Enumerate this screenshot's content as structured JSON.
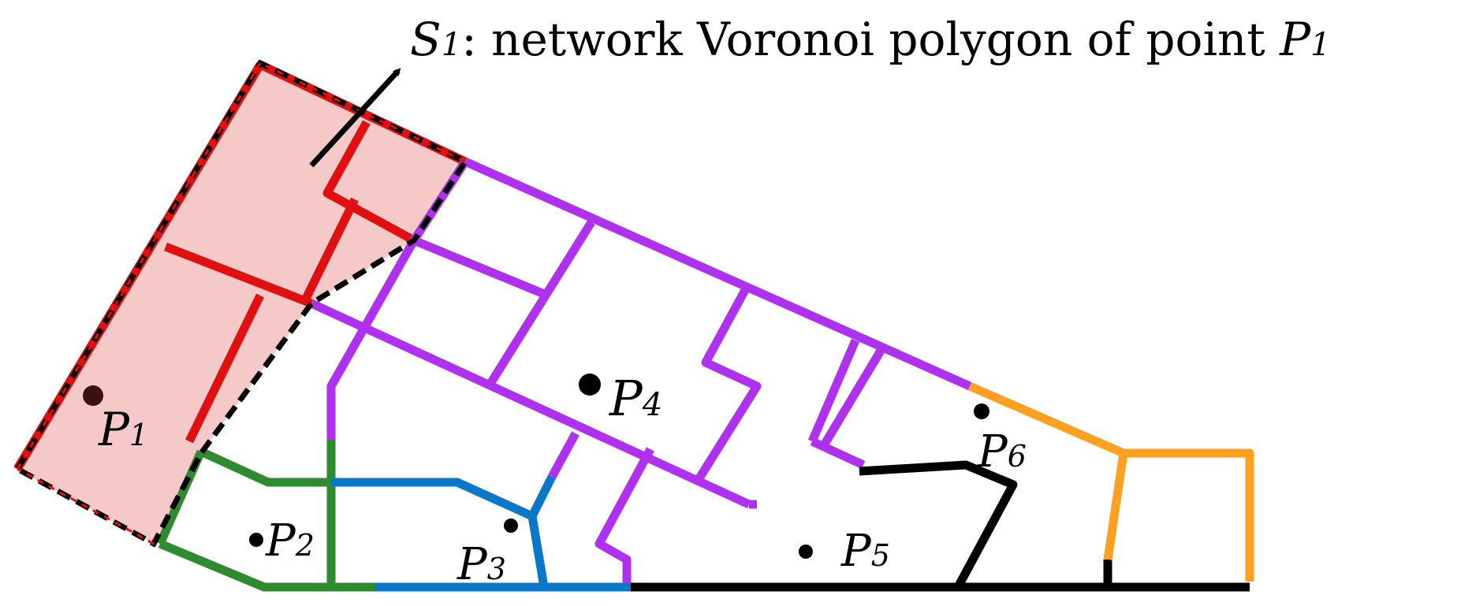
{
  "annotation": {
    "symbol": "S",
    "symbol_sub": "1",
    "text": ": network Voronoi polygon of point ",
    "point_label": "P",
    "point_sub": "1"
  },
  "colors": {
    "p1_red": "#e01010",
    "p2_green": "#2e8b2e",
    "p3_blue": "#0a78c8",
    "p4_purple": "#b030f0",
    "p5_black": "#000000",
    "p6_orange": "#ffa020",
    "polygon_fill": "#f6c9c9",
    "boundary_dash": "#000000"
  },
  "points": [
    {
      "id": "p1",
      "name": "P",
      "sub": "1"
    },
    {
      "id": "p2",
      "name": "P",
      "sub": "2"
    },
    {
      "id": "p3",
      "name": "P",
      "sub": "3"
    },
    {
      "id": "p4",
      "name": "P",
      "sub": "4"
    },
    {
      "id": "p5",
      "name": "P",
      "sub": "5"
    },
    {
      "id": "p6",
      "name": "P",
      "sub": "6"
    }
  ]
}
